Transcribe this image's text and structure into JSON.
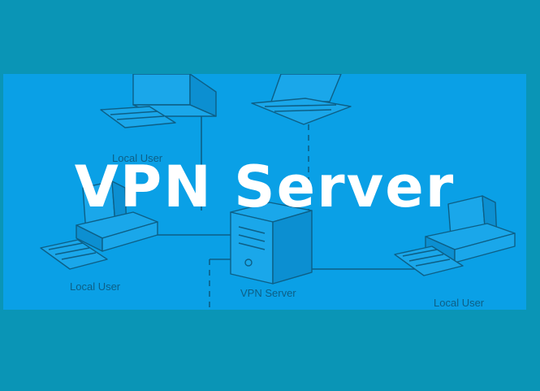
{
  "banner": {
    "title": "VPN Server"
  },
  "diagram": {
    "nodes": [
      {
        "id": "top-user",
        "label": "Local User"
      },
      {
        "id": "left-user",
        "label": "Local User"
      },
      {
        "id": "vpn-server",
        "label": "VPN Server"
      },
      {
        "id": "right-user",
        "label": "Local User"
      }
    ]
  },
  "colors": {
    "page_background": "#0a95b6",
    "banner_background": "#0aa0e6",
    "title_color": "#ffffff",
    "line_color": "#0d5f86"
  }
}
